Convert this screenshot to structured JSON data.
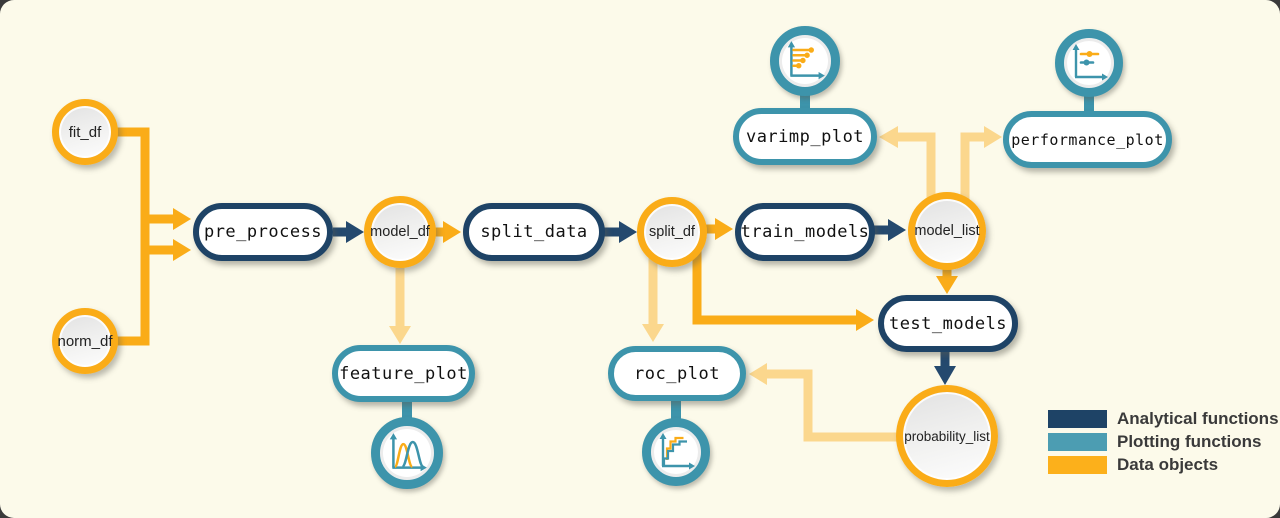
{
  "colors": {
    "background": "#FCFAEA",
    "analytical": "#1E4366",
    "plotting": "#3D94AB",
    "data_object": "#FAAC18",
    "data_object_light": "#FBD78D"
  },
  "nodes": {
    "fit_df": {
      "label": "fit_df",
      "type": "data object"
    },
    "norm_df": {
      "label": "norm_df",
      "type": "data object"
    },
    "pre_process": {
      "label": "pre_process",
      "type": "analytical function"
    },
    "model_df": {
      "label": "model_df",
      "type": "data object"
    },
    "split_data": {
      "label": "split_data",
      "type": "analytical function"
    },
    "split_df": {
      "label": "split_df",
      "type": "data object"
    },
    "train_models": {
      "label": "train_models",
      "type": "analytical function"
    },
    "model_list": {
      "label": "model_list",
      "type": "data object"
    },
    "test_models": {
      "label": "test_models",
      "type": "analytical function"
    },
    "probability_list": {
      "label": "probability_list",
      "type": "data object"
    },
    "feature_plot": {
      "label": "feature_plot",
      "type": "plotting function",
      "icon": "density-curves-icon"
    },
    "varimp_plot": {
      "label": "varimp_plot",
      "type": "plotting function",
      "icon": "lollipop-bars-icon"
    },
    "performance_plot": {
      "label": "performance_plot",
      "type": "plotting function",
      "icon": "point-range-icon"
    },
    "roc_plot": {
      "label": "roc_plot",
      "type": "plotting function",
      "icon": "step-curves-icon"
    }
  },
  "edges": [
    {
      "from": "fit_df",
      "to": "pre_process",
      "style": "data"
    },
    {
      "from": "norm_df",
      "to": "pre_process",
      "style": "data"
    },
    {
      "from": "pre_process",
      "to": "model_df",
      "style": "analytical"
    },
    {
      "from": "model_df",
      "to": "split_data",
      "style": "data"
    },
    {
      "from": "split_data",
      "to": "split_df",
      "style": "analytical"
    },
    {
      "from": "split_df",
      "to": "train_models",
      "style": "data"
    },
    {
      "from": "train_models",
      "to": "model_list",
      "style": "analytical"
    },
    {
      "from": "model_df",
      "to": "feature_plot",
      "style": "data-light"
    },
    {
      "from": "split_df",
      "to": "roc_plot",
      "style": "data-light"
    },
    {
      "from": "split_df",
      "to": "test_models",
      "style": "data"
    },
    {
      "from": "model_list",
      "to": "varimp_plot",
      "style": "data-light"
    },
    {
      "from": "model_list",
      "to": "performance_plot",
      "style": "data-light"
    },
    {
      "from": "model_list",
      "to": "test_models",
      "style": "data"
    },
    {
      "from": "test_models",
      "to": "probability_list",
      "style": "analytical"
    },
    {
      "from": "probability_list",
      "to": "roc_plot",
      "style": "data-light"
    }
  ],
  "legend": {
    "items": [
      {
        "label": "Analytical functions",
        "color": "#1E4366"
      },
      {
        "label": "Plotting functions",
        "color": "#4C9DB2"
      },
      {
        "label": "Data objects",
        "color": "#FCB01B"
      }
    ]
  }
}
